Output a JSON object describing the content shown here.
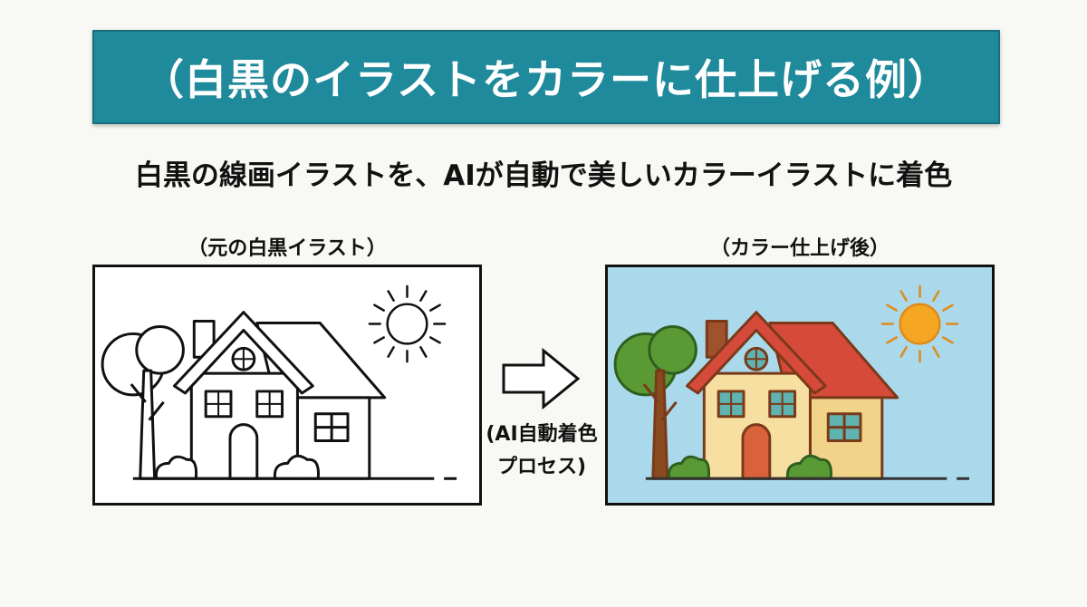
{
  "title": "（白黒のイラストをカラーに仕上げる例）",
  "subtitle": "白黒の線画イラストを、AIが自動で美しいカラーイラストに着色",
  "before": {
    "label": "（元の白黒イラスト）"
  },
  "after": {
    "label": "（カラー仕上げ後）"
  },
  "process": {
    "line1": "(AI自動着色",
    "line2": "プロセス)"
  },
  "colors": {
    "banner": "#1e8a9b",
    "sky": "#abd9ec",
    "roof": "#d64a3a",
    "wall": "#f6dfa0",
    "sun": "#f5a623",
    "tree": "#5a9a35"
  }
}
